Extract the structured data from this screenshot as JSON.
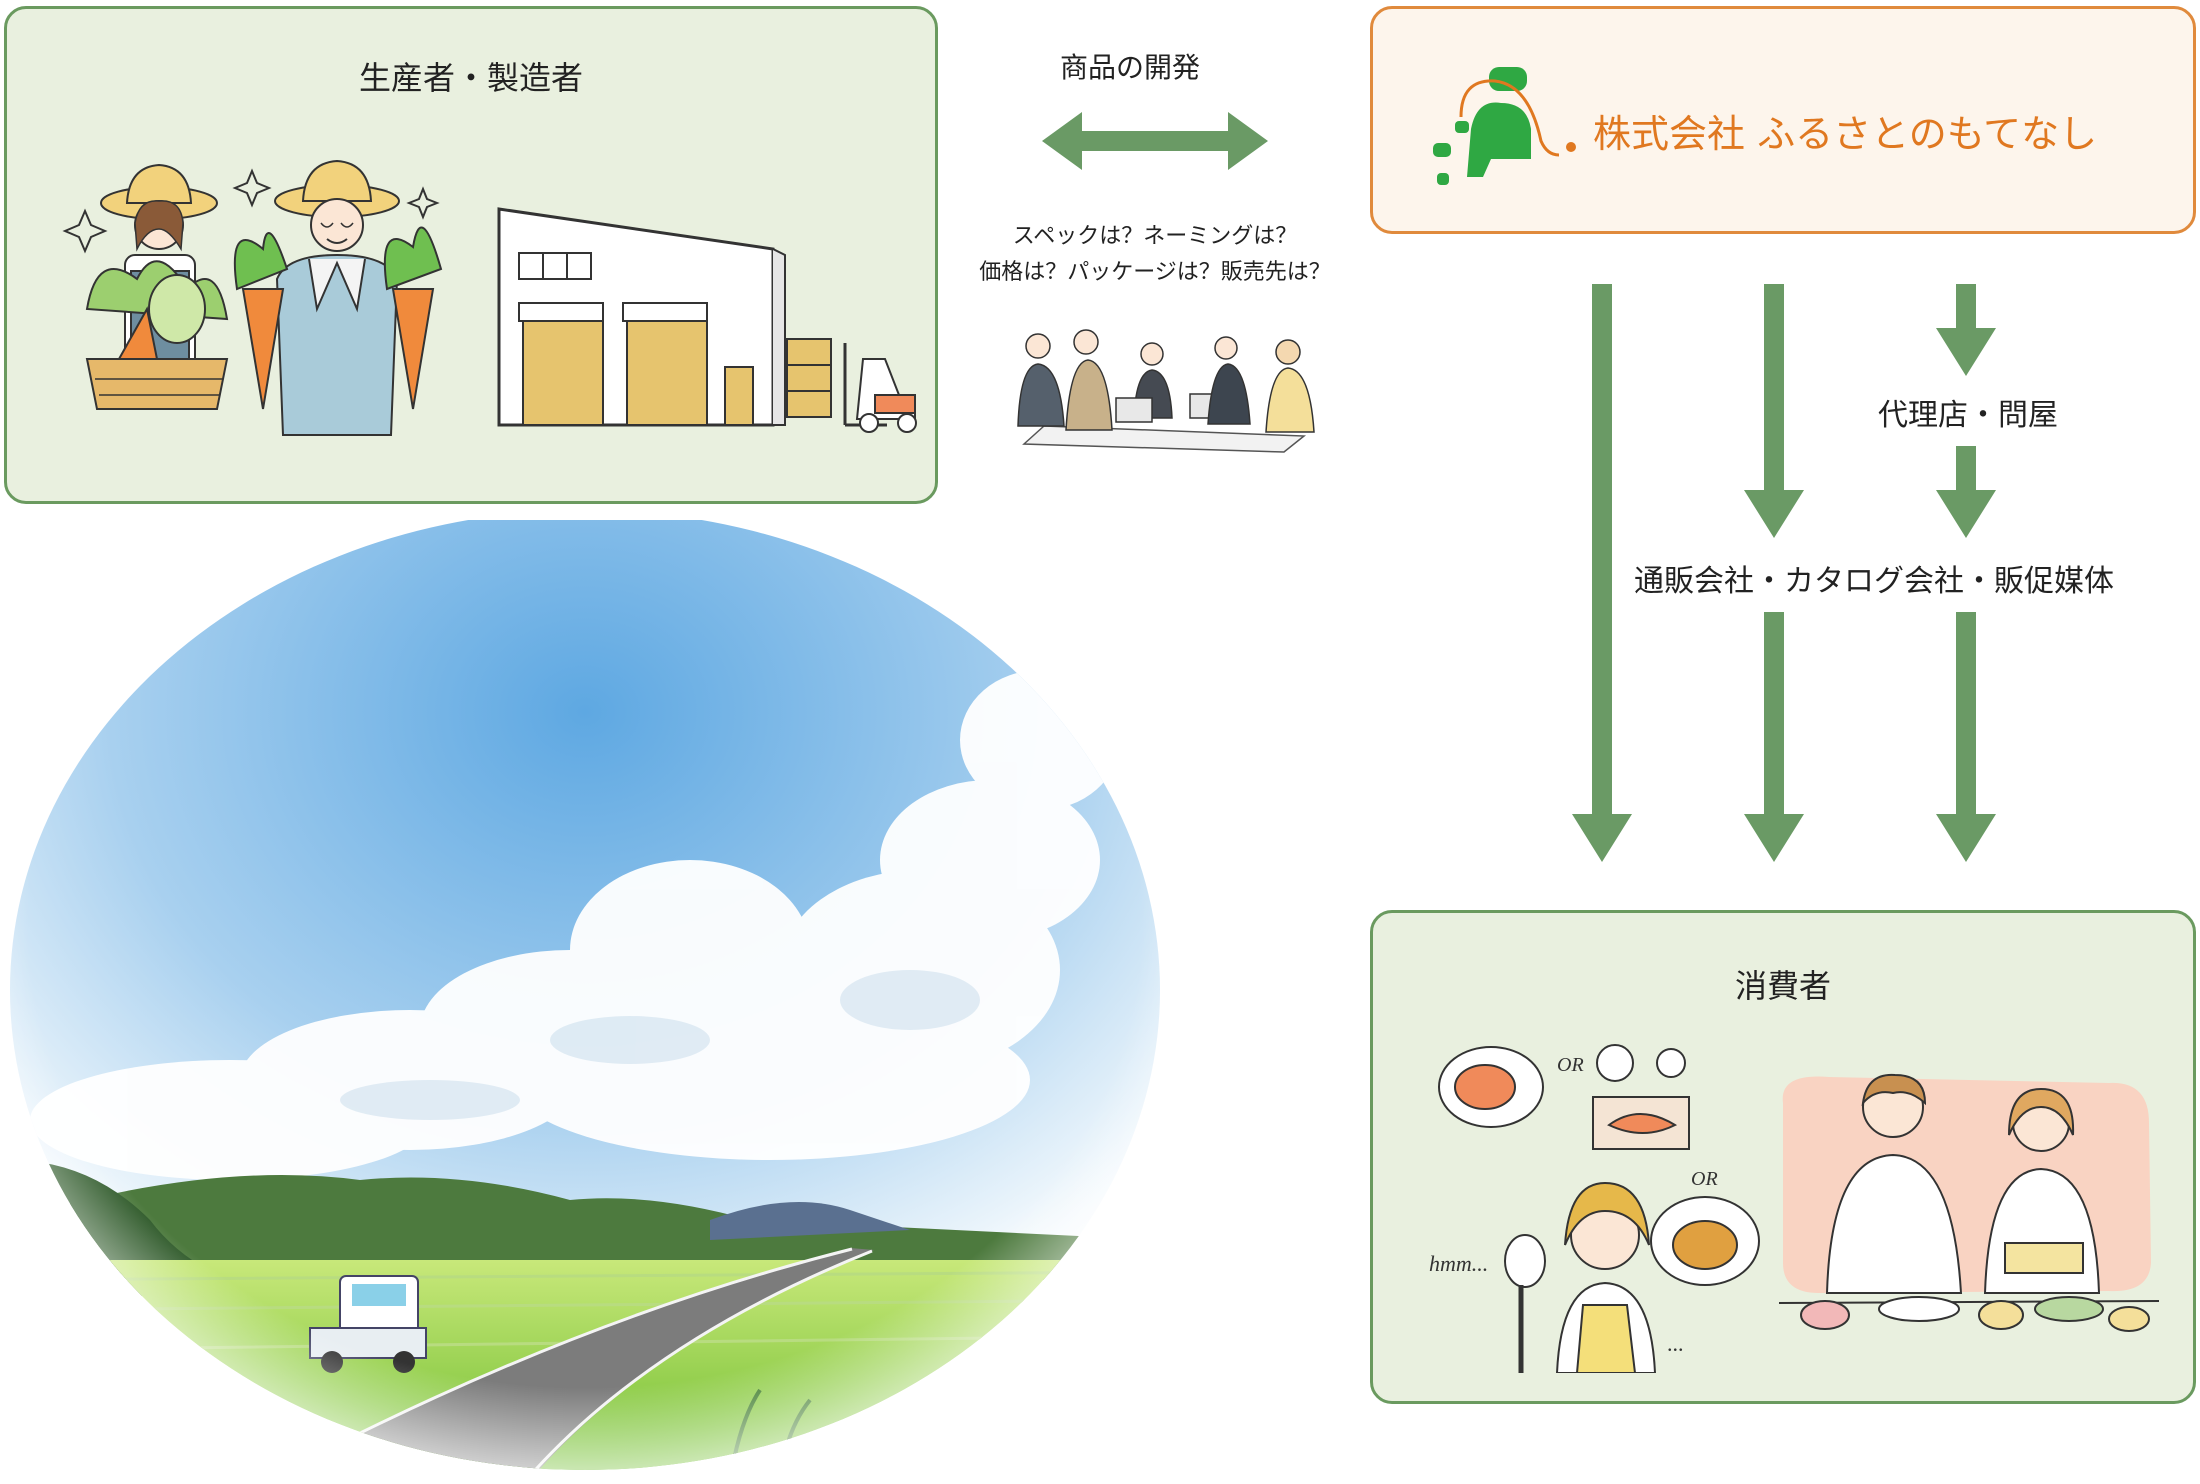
{
  "producer": {
    "title": "生産者・製造者"
  },
  "development": {
    "title": "商品の開発",
    "question_line1": "スペックは？ネーミングは？",
    "question_line2": "価格は？パッケージは？販売先は？"
  },
  "company": {
    "name": "株式会社 ふるさとのもてなし"
  },
  "channels": {
    "agency": "代理店・問屋",
    "mailorder": "通販会社・カタログ会社・販促媒体"
  },
  "consumer": {
    "title": "消費者",
    "or_label_1": "OR",
    "or_label_2": "OR",
    "hmm_label": "hmm...",
    "dots_label": "..."
  },
  "colors": {
    "arrow_green": "#6a9a65",
    "box_border_green": "#6a9a5f",
    "box_fill_green": "#e9f0df",
    "company_border": "#e08a3c",
    "company_text": "#e07820",
    "sky": "#7ab7e4",
    "field": "#8ccc3c"
  }
}
